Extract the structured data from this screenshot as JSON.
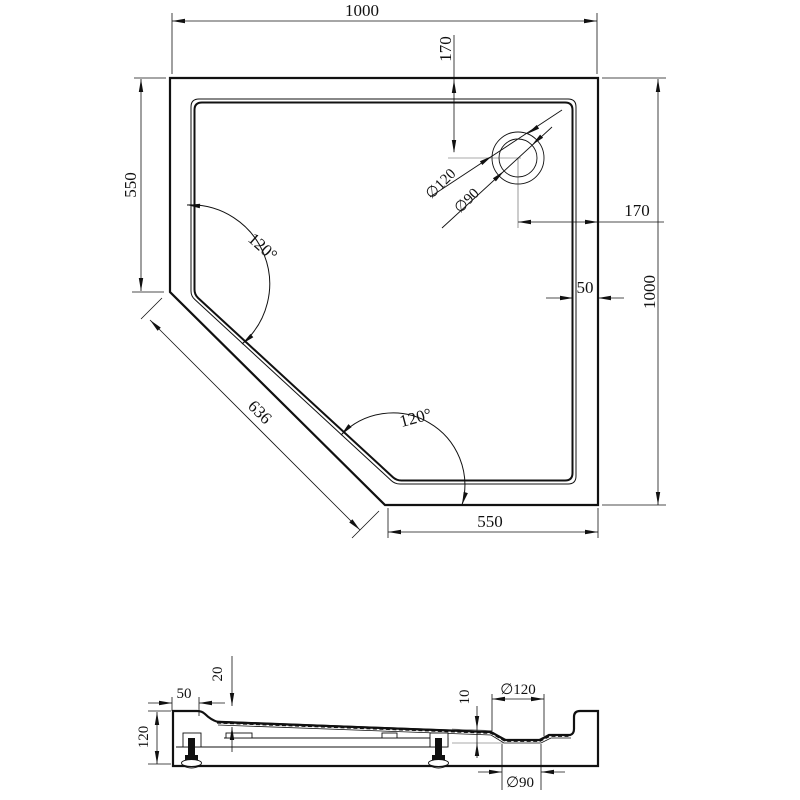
{
  "top_view": {
    "width_mm": "1000",
    "height_mm": "1000",
    "left_edge_mm": "550",
    "bottom_edge_mm": "550",
    "drain_from_top_mm": "170",
    "drain_from_right_mm": "170",
    "rim_mm": "50",
    "diagonal_mm": "636",
    "angle_upper": "120°",
    "angle_lower": "120°",
    "drain_outer_dia": "∅120",
    "drain_inner_dia": "∅90"
  },
  "section_view": {
    "rim_mm": "50",
    "ledge_mm": "20",
    "height_mm": "120",
    "recess_depth_mm": "10",
    "drain_top_dia": "∅120",
    "drain_bottom_dia": "∅90"
  }
}
